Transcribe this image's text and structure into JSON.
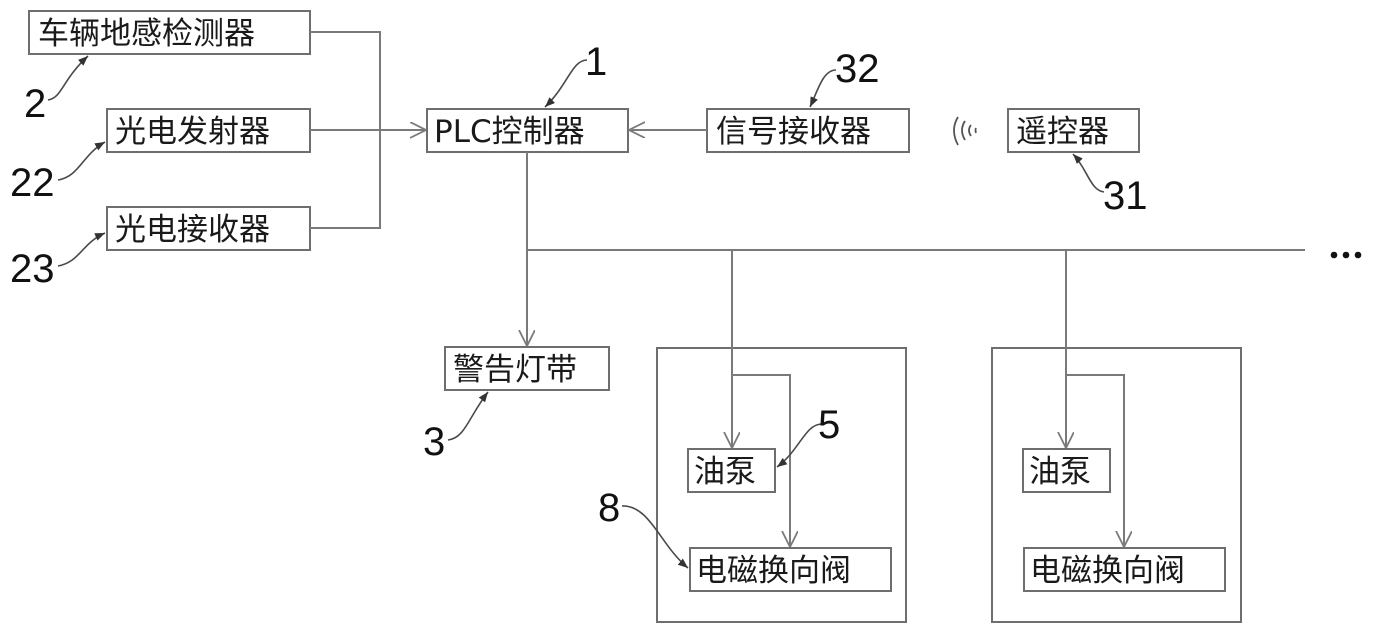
{
  "diagram": {
    "type": "block-diagram",
    "nodes": {
      "vehicle_sensor": {
        "label": "车辆地感检测器",
        "ref": "2"
      },
      "photo_emitter": {
        "label": "光电发射器",
        "ref": "22"
      },
      "photo_receiver": {
        "label": "光电接收器",
        "ref": "23"
      },
      "plc": {
        "label": "PLC控制器",
        "ref": "1"
      },
      "signal_receiver": {
        "label": "信号接收器",
        "ref": "32"
      },
      "remote": {
        "label": "遥控器",
        "ref": "31"
      },
      "warning_light": {
        "label": "警告灯带",
        "ref": "3"
      },
      "unit1_pump": {
        "label": "油泵",
        "ref": "5"
      },
      "unit1_valve": {
        "label": "电磁换向阀",
        "ref": "8"
      },
      "unit2_pump": {
        "label": "油泵"
      },
      "unit2_valve": {
        "label": "电磁换向阀"
      }
    },
    "continuation": "...",
    "wireless_icon": "wireless-signal-icon",
    "edges": [
      [
        "vehicle_sensor",
        "plc"
      ],
      [
        "photo_emitter",
        "plc"
      ],
      [
        "photo_receiver",
        "plc"
      ],
      [
        "signal_receiver",
        "plc"
      ],
      [
        "remote",
        "signal_receiver",
        "wireless"
      ],
      [
        "plc",
        "warning_light"
      ],
      [
        "plc",
        "unit1_pump"
      ],
      [
        "plc",
        "unit1_valve"
      ],
      [
        "plc",
        "unit2_pump"
      ],
      [
        "plc",
        "unit2_valve"
      ]
    ]
  }
}
